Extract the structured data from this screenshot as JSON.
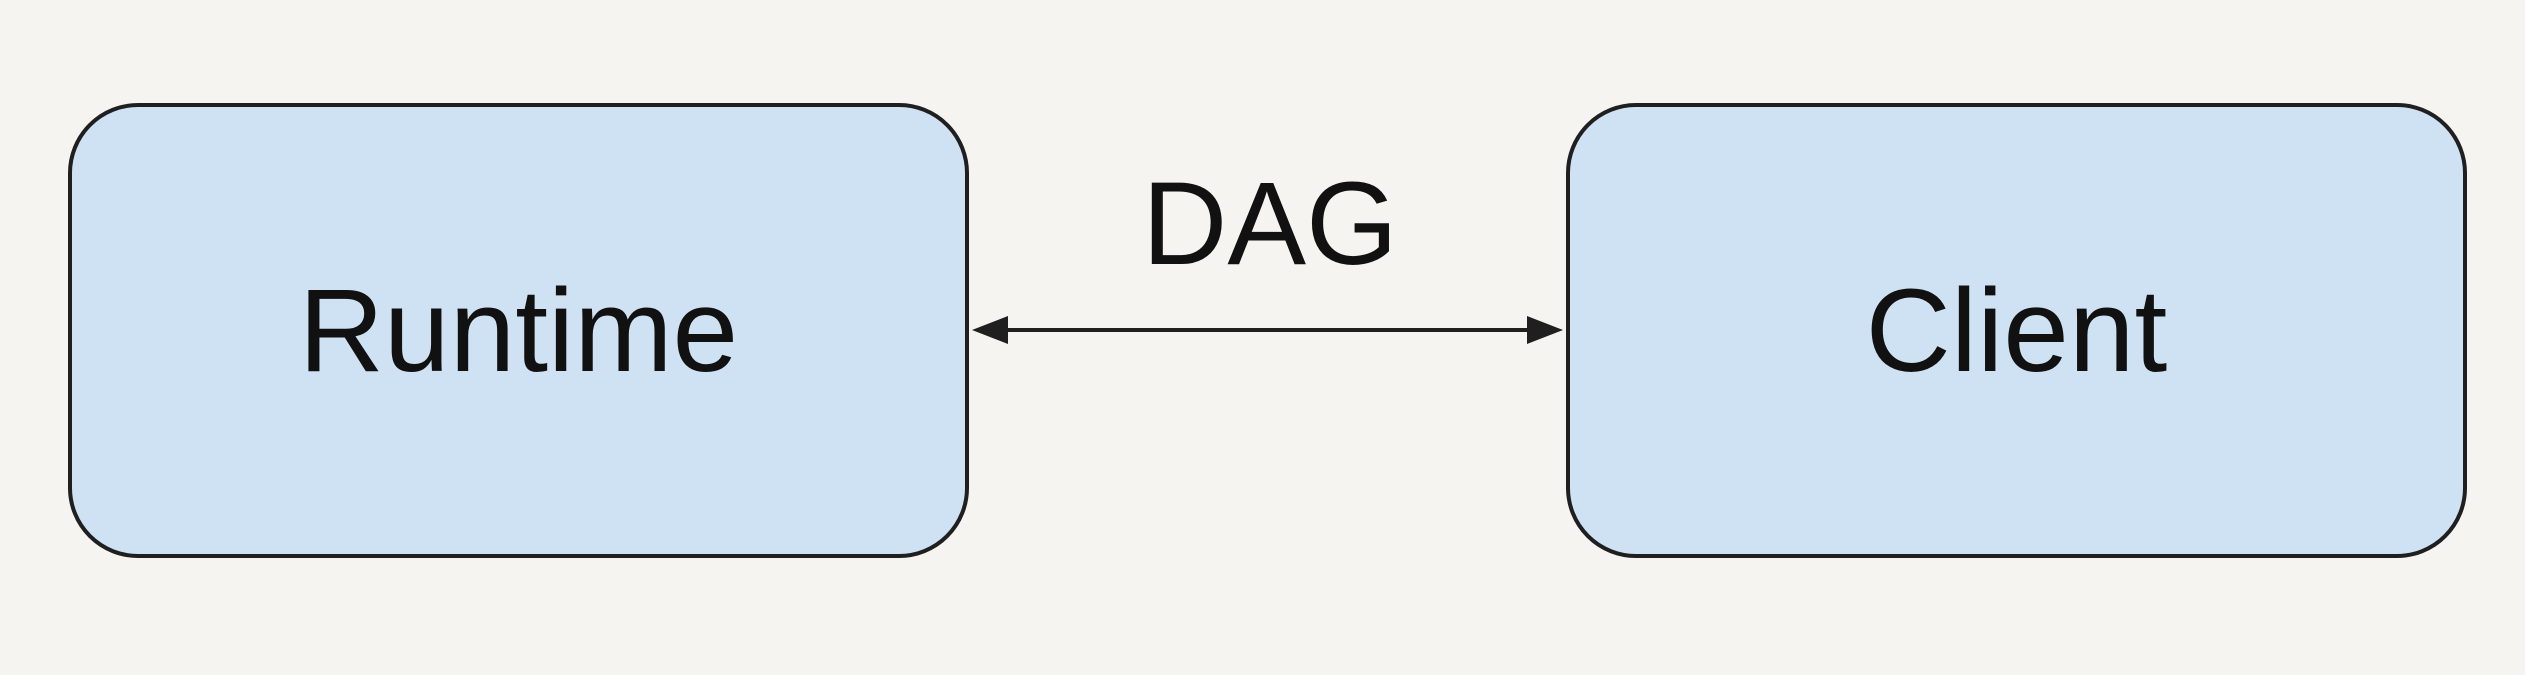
{
  "nodes": {
    "runtime": {
      "label": "Runtime"
    },
    "client": {
      "label": "Client"
    }
  },
  "edge": {
    "label": "DAG",
    "direction": "bidirectional"
  },
  "colors": {
    "background": "#f5f4f0",
    "node_fill": "#cfe2f3",
    "node_border": "#1f1f1f",
    "text": "#111111"
  }
}
